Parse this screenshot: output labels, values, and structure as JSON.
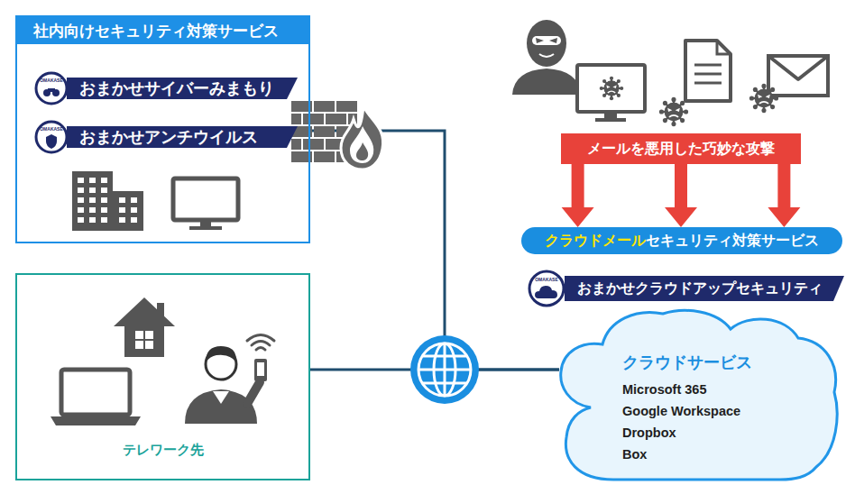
{
  "diagram": {
    "nodes": [
      {
        "text": [
          "社内向けセキュリティ対策サービス"
        ]
      },
      {
        "text": [
          "おまかせサイバーみまもり"
        ],
        "in": 0
      },
      {
        "text": [
          "おまかせアンチウイルス"
        ],
        "in": 0
      },
      {
        "text": [
          "テレワーク先"
        ]
      },
      {
        "text": [
          "メールを悪用した巧妙な攻撃"
        ]
      },
      {
        "text": [
          "クラウドメール",
          "セキュリティ対策サービス"
        ]
      },
      {
        "text": [
          "おまかせクラウドアップセキュリティ"
        ]
      },
      {
        "text": [
          "クラウドサービス",
          "Microsoft 365",
          "Google Workspace",
          "Dropbox",
          "Box"
        ]
      }
    ],
    "edges": [
      {
        "from": 0,
        "to": 7,
        "arrow": "none"
      },
      {
        "from": 3,
        "to": 7,
        "arrow": "none"
      },
      {
        "from": 4,
        "to": 5,
        "arrow": "to"
      },
      {
        "from": 4,
        "to": 5,
        "arrow": "to"
      },
      {
        "from": 4,
        "to": 5,
        "arrow": "to"
      }
    ],
    "labels": [
      "OMAKASE",
      "OMAKASE",
      "OMAKASE"
    ]
  }
}
